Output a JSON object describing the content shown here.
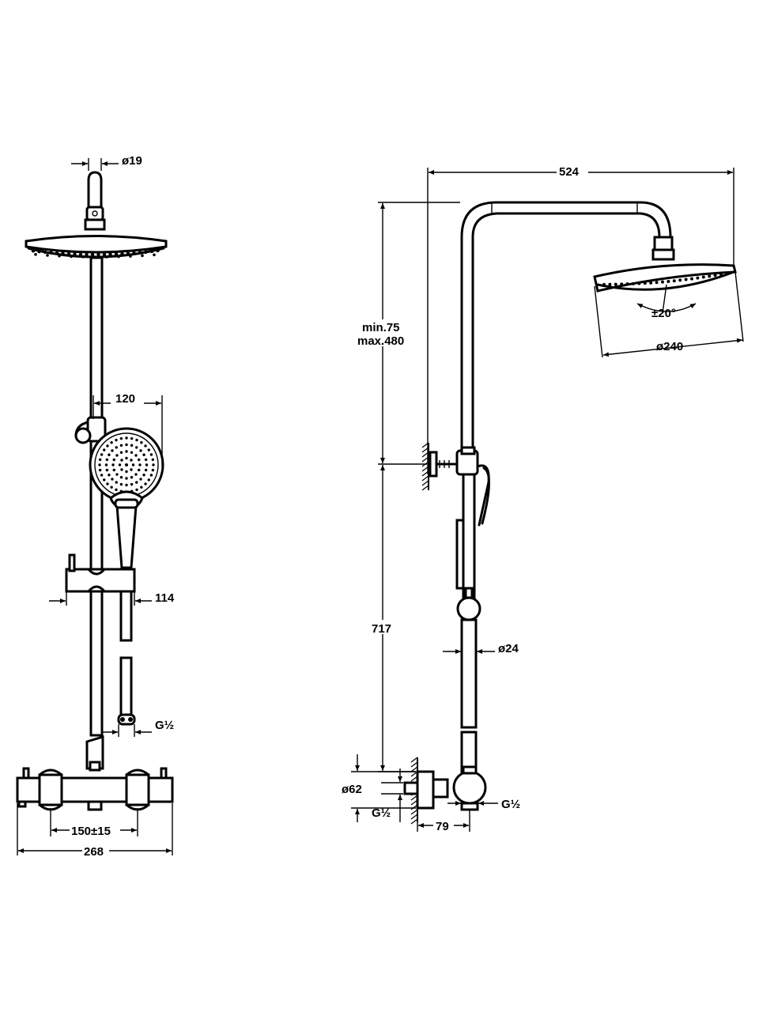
{
  "dimensions": {
    "arm_diameter": "ø19",
    "handshower_width": "120",
    "slider_width": "114",
    "connection_thread_left": "G½",
    "valve_centers": "150±15",
    "valve_width": "268",
    "arm_reach": "524",
    "height_adjust_min": "min.75",
    "height_adjust_max": "max.480",
    "tilt_angle": "±20°",
    "head_diameter": "ø240",
    "rail_length": "717",
    "rail_diameter": "ø24",
    "rosette_diameter": "ø62",
    "wall_thread": "G½",
    "outlet_thread": "G½",
    "wall_offset": "79"
  }
}
